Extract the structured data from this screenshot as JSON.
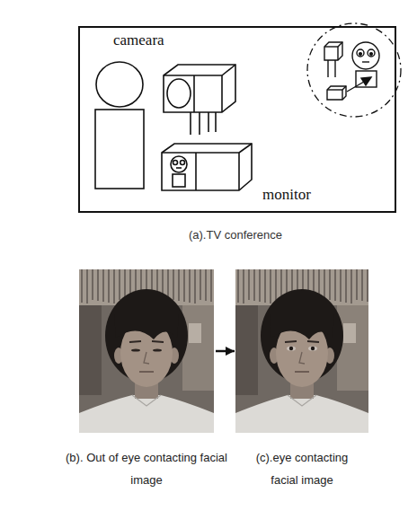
{
  "diagram": {
    "nodes": [
      {
        "text": [
          "(b). Out of eye contacting facial image"
        ]
      },
      {
        "text": [
          "(c).eye contacting facial image"
        ]
      }
    ],
    "edges": [
      {
        "from": 0,
        "to": 1,
        "arrow": "to"
      }
    ],
    "labels": [
      "cameara",
      "monitor",
      "(a).TV conference"
    ]
  }
}
